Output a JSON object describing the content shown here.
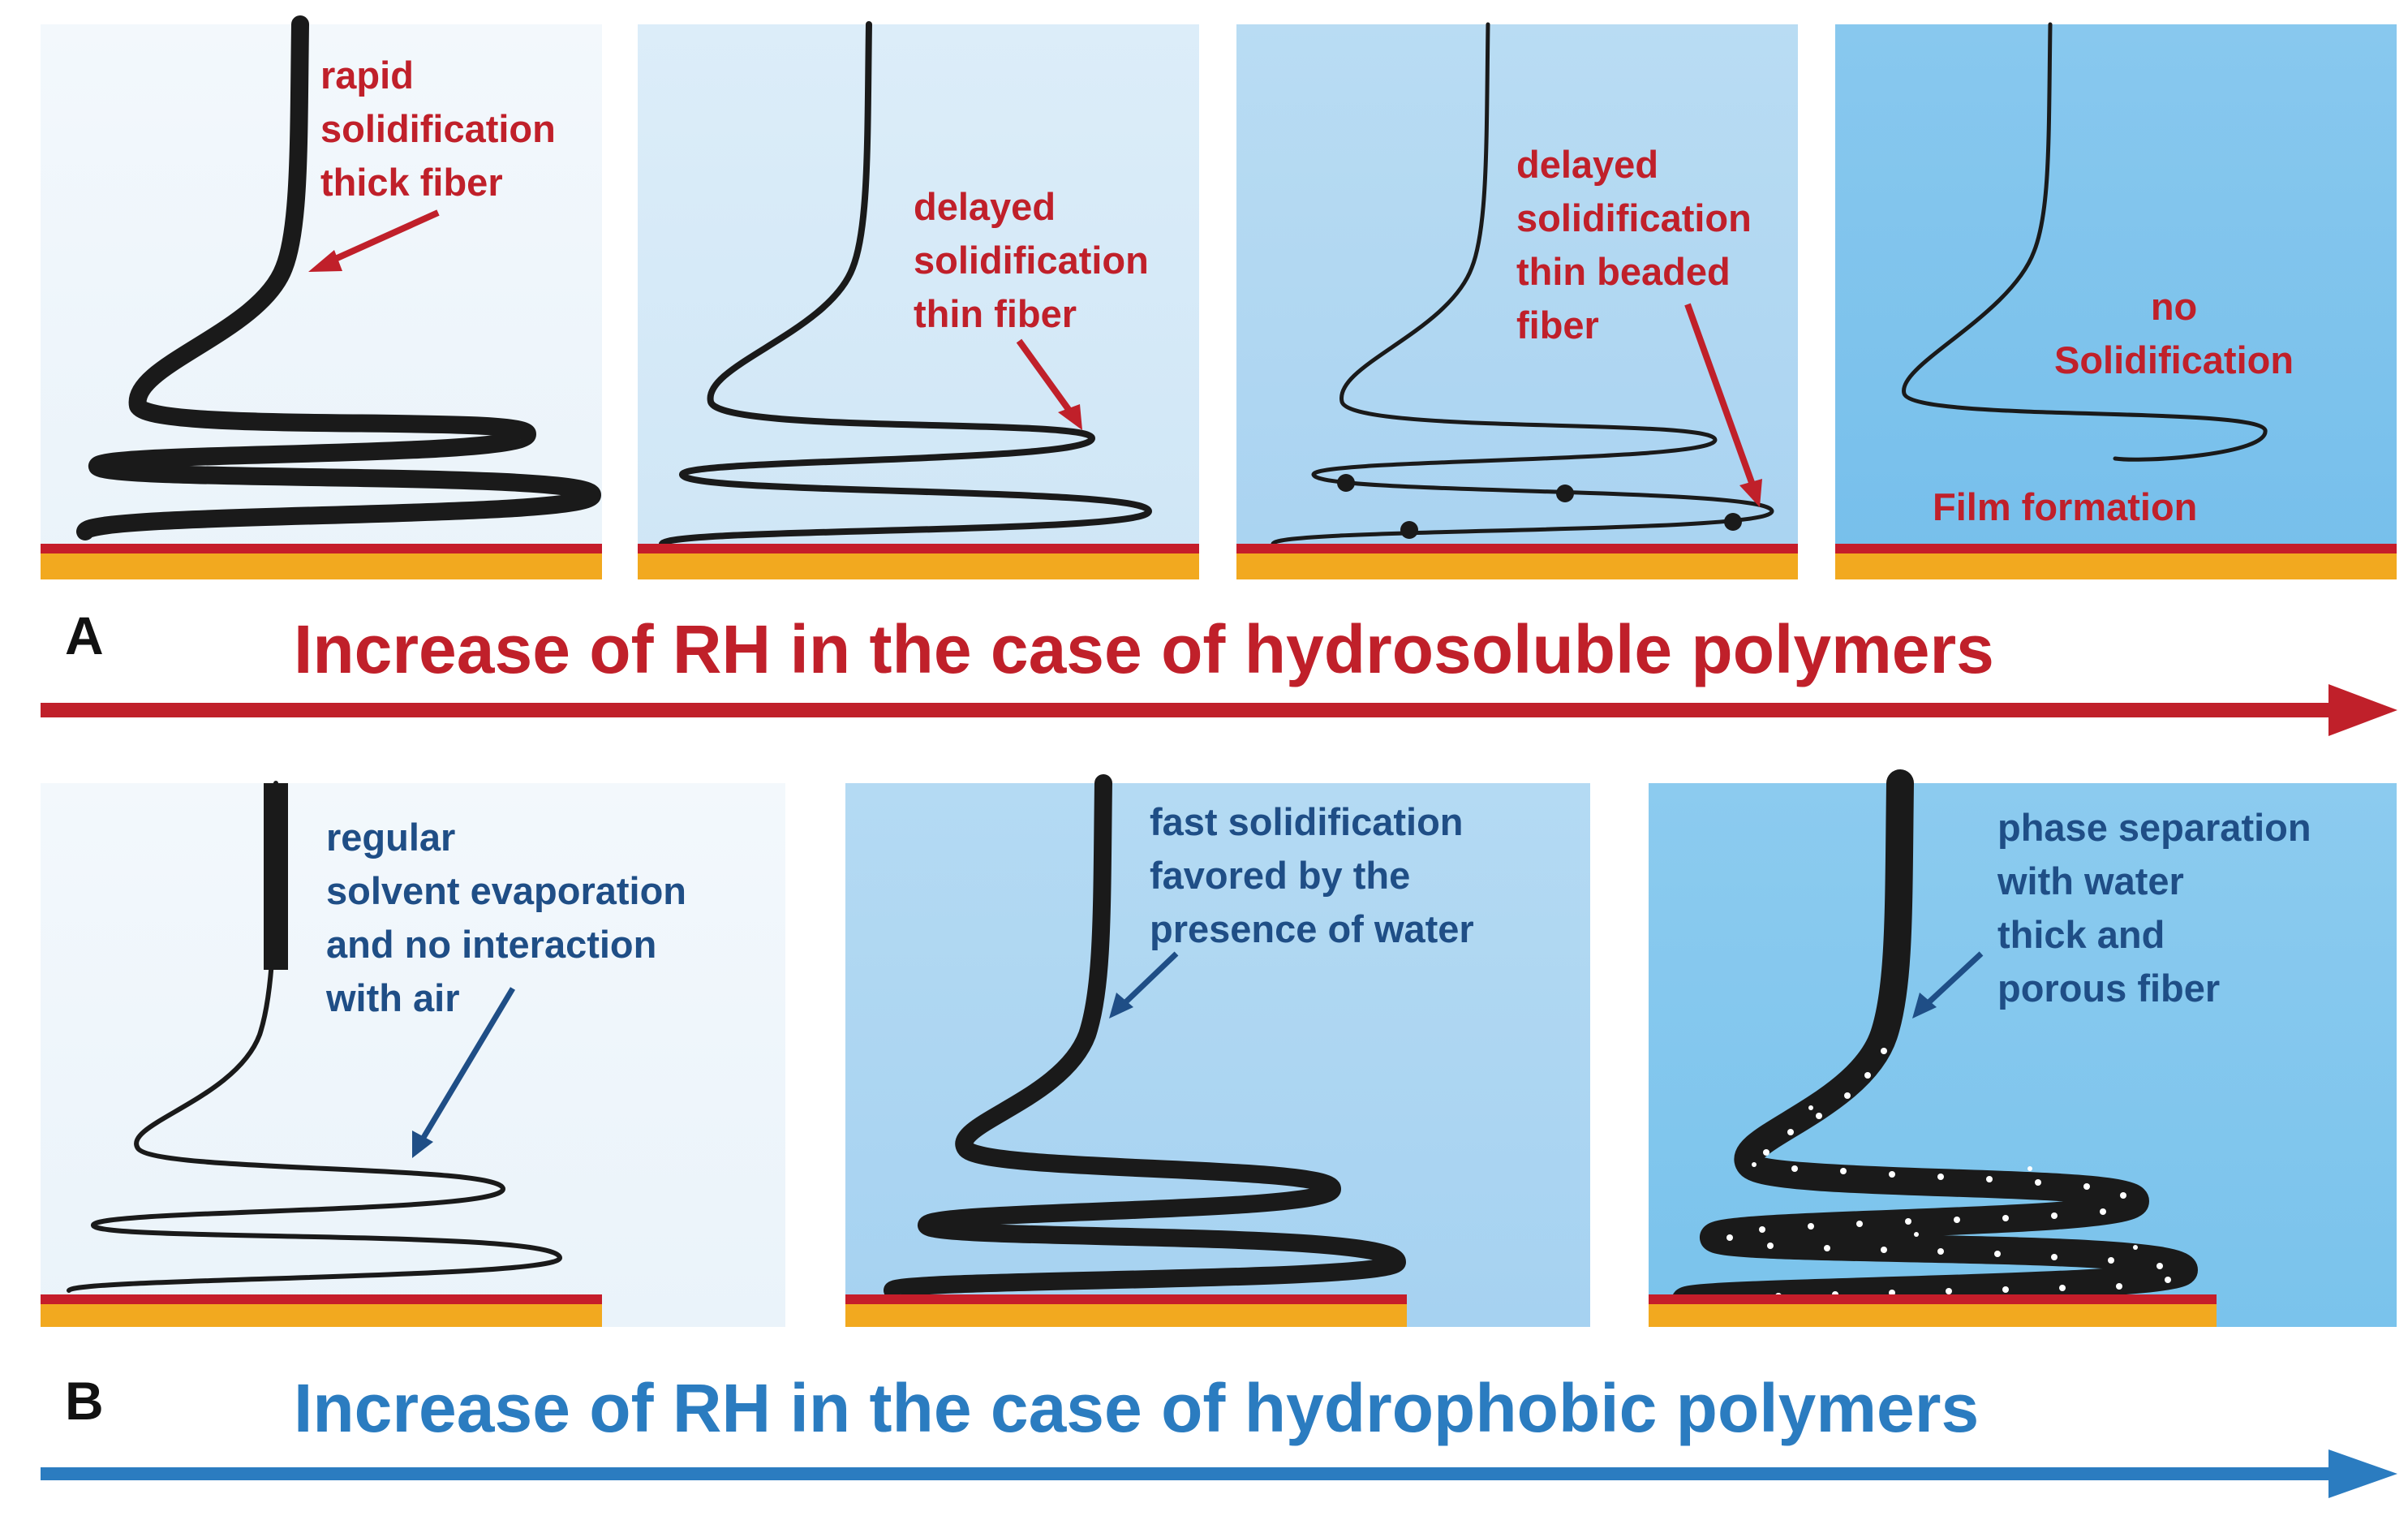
{
  "colors": {
    "red": "#c0202a",
    "blue": "#1f4e86",
    "banner_blue": "#2b7cc0",
    "substrate_red": "#c51d2a",
    "substrate_orange": "#f2a91f",
    "fiber": "#1a1a1a"
  },
  "section_a": {
    "letter": "A",
    "banner": "Increase of RH in the case of hydrosoluble polymers",
    "panels": [
      {
        "label_lines": [
          "rapid",
          "solidification",
          "thick fiber"
        ]
      },
      {
        "label_lines": [
          "delayed",
          "solidification",
          "thin fiber"
        ]
      },
      {
        "label_lines": [
          "delayed",
          "solidification",
          "thin beaded",
          "fiber"
        ]
      },
      {
        "label_lines": [
          "no",
          "Solidification"
        ],
        "footer": "Film formation"
      }
    ]
  },
  "section_b": {
    "letter": "B",
    "banner": "Increase of RH in the case of hydrophobic polymers",
    "panels": [
      {
        "label_lines": [
          "regular",
          "solvent evaporation",
          "and no interaction",
          "with air"
        ]
      },
      {
        "label_lines": [
          "fast solidification",
          "favored by the",
          "presence of water"
        ]
      },
      {
        "label_lines": [
          "phase separation",
          "with water",
          "thick and",
          "porous fiber"
        ]
      }
    ]
  }
}
